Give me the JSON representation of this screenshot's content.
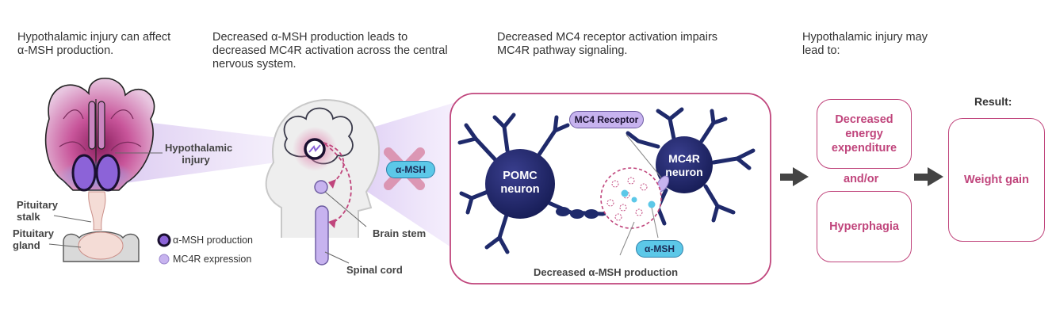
{
  "captions": {
    "c1": "Hypothalamic injury can affect α-MSH production.",
    "c2": "Decreased α-MSH production leads to decreased MC4R activation across the central nervous system.",
    "c3": "Decreased MC4 receptor activation impairs MC4R pathway signaling.",
    "c4": "Hypothalamic injury may lead to:"
  },
  "panel1": {
    "hypothalamic_injury": "Hypothalamic injury",
    "pituitary_stalk": "Pituitary stalk",
    "pituitary_gland": "Pituitary gland",
    "legend_msh": "α-MSH production",
    "legend_mc4r": "MC4R expression"
  },
  "panel2": {
    "msh_pill": "α-MSH",
    "brain_stem": "Brain stem",
    "spinal_cord": "Spinal cord"
  },
  "panel3": {
    "pomc": "POMC neuron",
    "mc4r": "MC4R neuron",
    "receptor": "MC4 Receptor",
    "msh_pill": "α-MSH",
    "decreased": "Decreased α-MSH production"
  },
  "outcomes": {
    "box1": "Decreased energy expenditure",
    "andor": "and/or",
    "box2": "Hyperphagia",
    "result_label": "Result:",
    "result": "Weight gain"
  },
  "colors": {
    "accent": "#c0457c",
    "neuron": "#1f2a6b",
    "purple": "#b7a5e6",
    "cyan": "#5cc8e8"
  }
}
